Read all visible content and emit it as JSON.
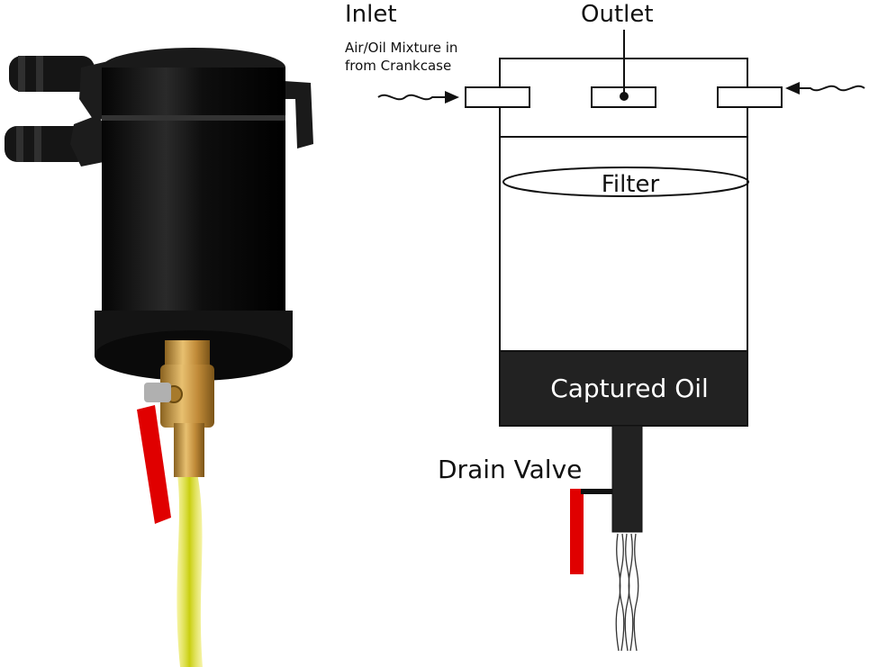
{
  "labels": {
    "inlet": "Inlet",
    "outlet": "Outlet",
    "mixture_line1": "Air/Oil Mixture in",
    "mixture_line2": "from Crankcase",
    "filter": "Filter",
    "captured_oil": "Captured Oil",
    "drain_valve": "Drain Valve"
  },
  "colors": {
    "can_body": "#101010",
    "fitting_brass": "#c99a42",
    "valve_handle": "#e00000",
    "oil_stream": "#d8dc20",
    "captured_oil_fill": "#222222",
    "outline": "#111111"
  },
  "icons": {
    "photo": "oil-catch-can-photo",
    "arrows": "wavy-arrow-icon"
  }
}
